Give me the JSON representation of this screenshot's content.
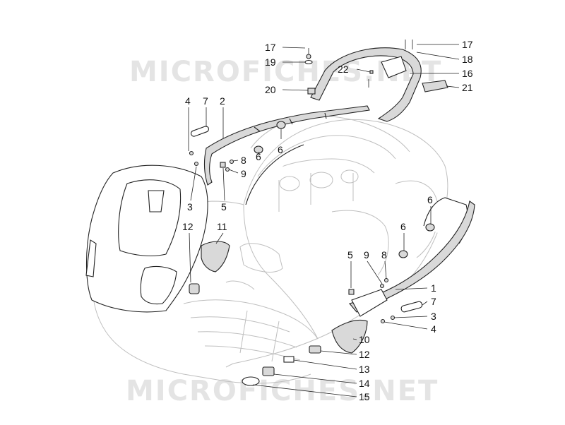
{
  "watermark": {
    "text": "MICROFICHES.NET"
  },
  "callouts": [
    {
      "id": "c17a",
      "label": "17"
    },
    {
      "id": "c19",
      "label": "19"
    },
    {
      "id": "c20",
      "label": "20"
    },
    {
      "id": "c17b",
      "label": "17"
    },
    {
      "id": "c18",
      "label": "18"
    },
    {
      "id": "c22",
      "label": "22"
    },
    {
      "id": "c16",
      "label": "16"
    },
    {
      "id": "c21",
      "label": "21"
    },
    {
      "id": "c4a",
      "label": "4"
    },
    {
      "id": "c7a",
      "label": "7"
    },
    {
      "id": "c2",
      "label": "2"
    },
    {
      "id": "c8a",
      "label": "8"
    },
    {
      "id": "c9a",
      "label": "9"
    },
    {
      "id": "c6a",
      "label": "6"
    },
    {
      "id": "c6b",
      "label": "6"
    },
    {
      "id": "c3a",
      "label": "3"
    },
    {
      "id": "c5a",
      "label": "5"
    },
    {
      "id": "c12a",
      "label": "12"
    },
    {
      "id": "c11",
      "label": "11"
    },
    {
      "id": "c6c",
      "label": "6"
    },
    {
      "id": "c6d",
      "label": "6"
    },
    {
      "id": "c5b",
      "label": "5"
    },
    {
      "id": "c9b",
      "label": "9"
    },
    {
      "id": "c8b",
      "label": "8"
    },
    {
      "id": "c1",
      "label": "1"
    },
    {
      "id": "c7b",
      "label": "7"
    },
    {
      "id": "c3b",
      "label": "3"
    },
    {
      "id": "c4b",
      "label": "4"
    },
    {
      "id": "c10",
      "label": "10"
    },
    {
      "id": "c12b",
      "label": "12"
    },
    {
      "id": "c13",
      "label": "13"
    },
    {
      "id": "c14",
      "label": "14"
    },
    {
      "id": "c15",
      "label": "15"
    }
  ]
}
